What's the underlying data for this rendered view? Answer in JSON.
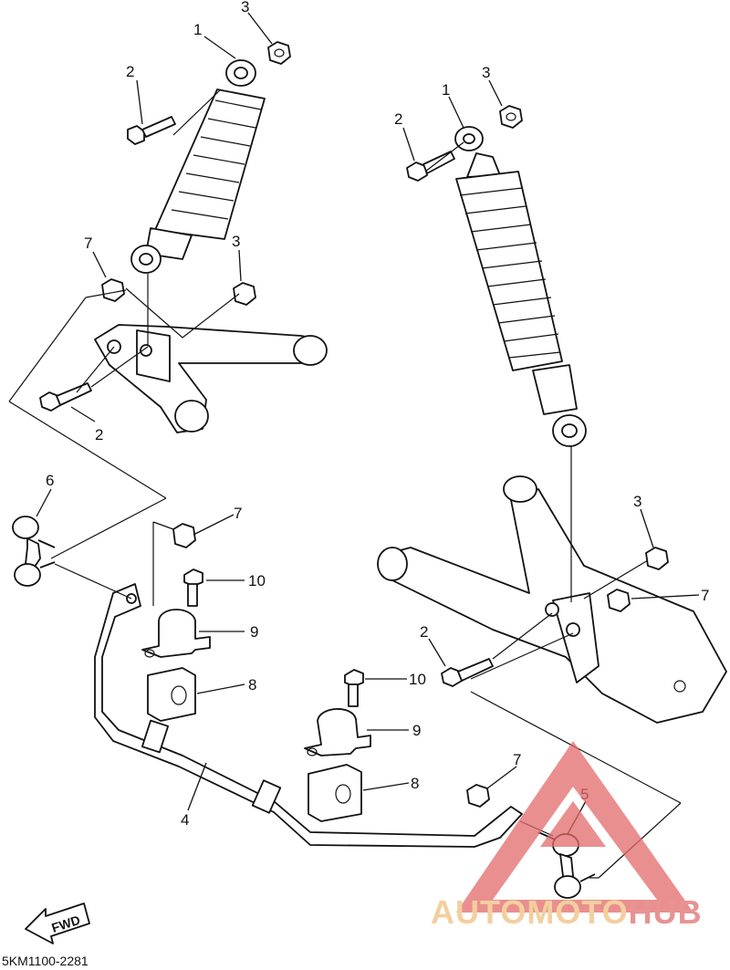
{
  "callouts": {
    "c1a": "1",
    "c2a": "2",
    "c3a": "3",
    "c1b": "1",
    "c2b": "2",
    "c3b": "3",
    "c7a": "7",
    "c3c": "3",
    "c2c": "2",
    "c6": "6",
    "c7b": "7",
    "c10a": "10",
    "c9a": "9",
    "c8a": "8",
    "c3d": "3",
    "c7c": "7",
    "c2d": "2",
    "c10b": "10",
    "c9b": "9",
    "c8b": "8",
    "c4": "4",
    "c7d": "7",
    "c5": "5"
  },
  "fwd_label": "FWD",
  "diagram_code": "5KM1100-2281",
  "watermark": {
    "part1": "AUTOMOTO",
    "part2": "HUB",
    "color1": "#f0c080",
    "color2": "#e07070",
    "triangle_color": "#e46a6a"
  }
}
